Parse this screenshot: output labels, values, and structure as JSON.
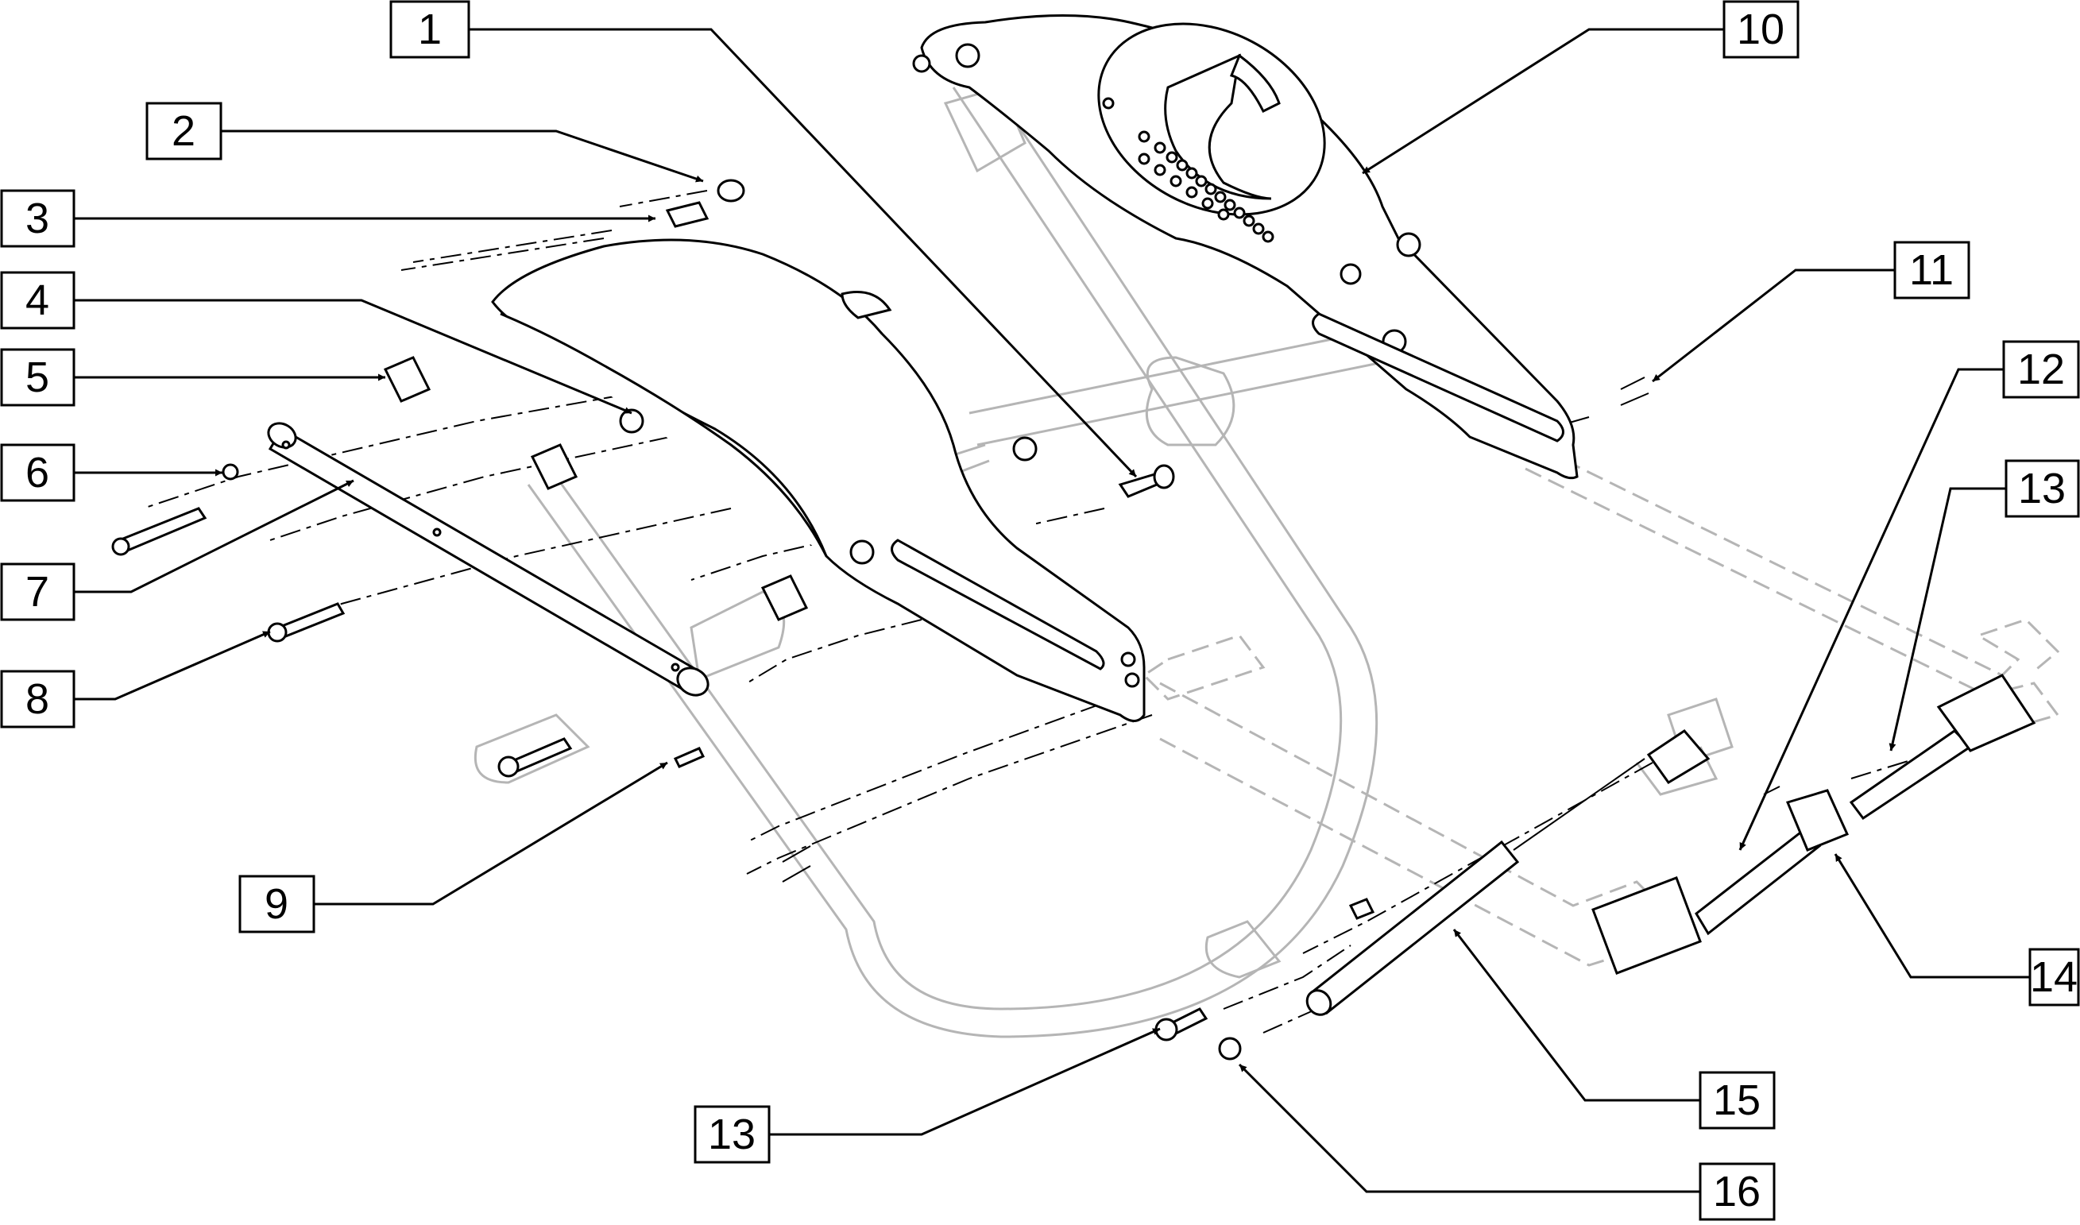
{
  "diagram": {
    "callouts": [
      {
        "id": "c1",
        "label": "1"
      },
      {
        "id": "c2",
        "label": "2"
      },
      {
        "id": "c3",
        "label": "3"
      },
      {
        "id": "c4",
        "label": "4"
      },
      {
        "id": "c5",
        "label": "5"
      },
      {
        "id": "c6",
        "label": "6"
      },
      {
        "id": "c7",
        "label": "7"
      },
      {
        "id": "c8",
        "label": "8"
      },
      {
        "id": "c9",
        "label": "9"
      },
      {
        "id": "c10",
        "label": "10"
      },
      {
        "id": "c11",
        "label": "11"
      },
      {
        "id": "c12",
        "label": "12"
      },
      {
        "id": "c13a",
        "label": "13"
      },
      {
        "id": "c13b",
        "label": "13"
      },
      {
        "id": "c14",
        "label": "14"
      },
      {
        "id": "c15",
        "label": "15"
      },
      {
        "id": "c16",
        "label": "16"
      }
    ],
    "colors": {
      "line": "#000000",
      "ghost": "#b5b5b5",
      "background": "#ffffff"
    }
  }
}
